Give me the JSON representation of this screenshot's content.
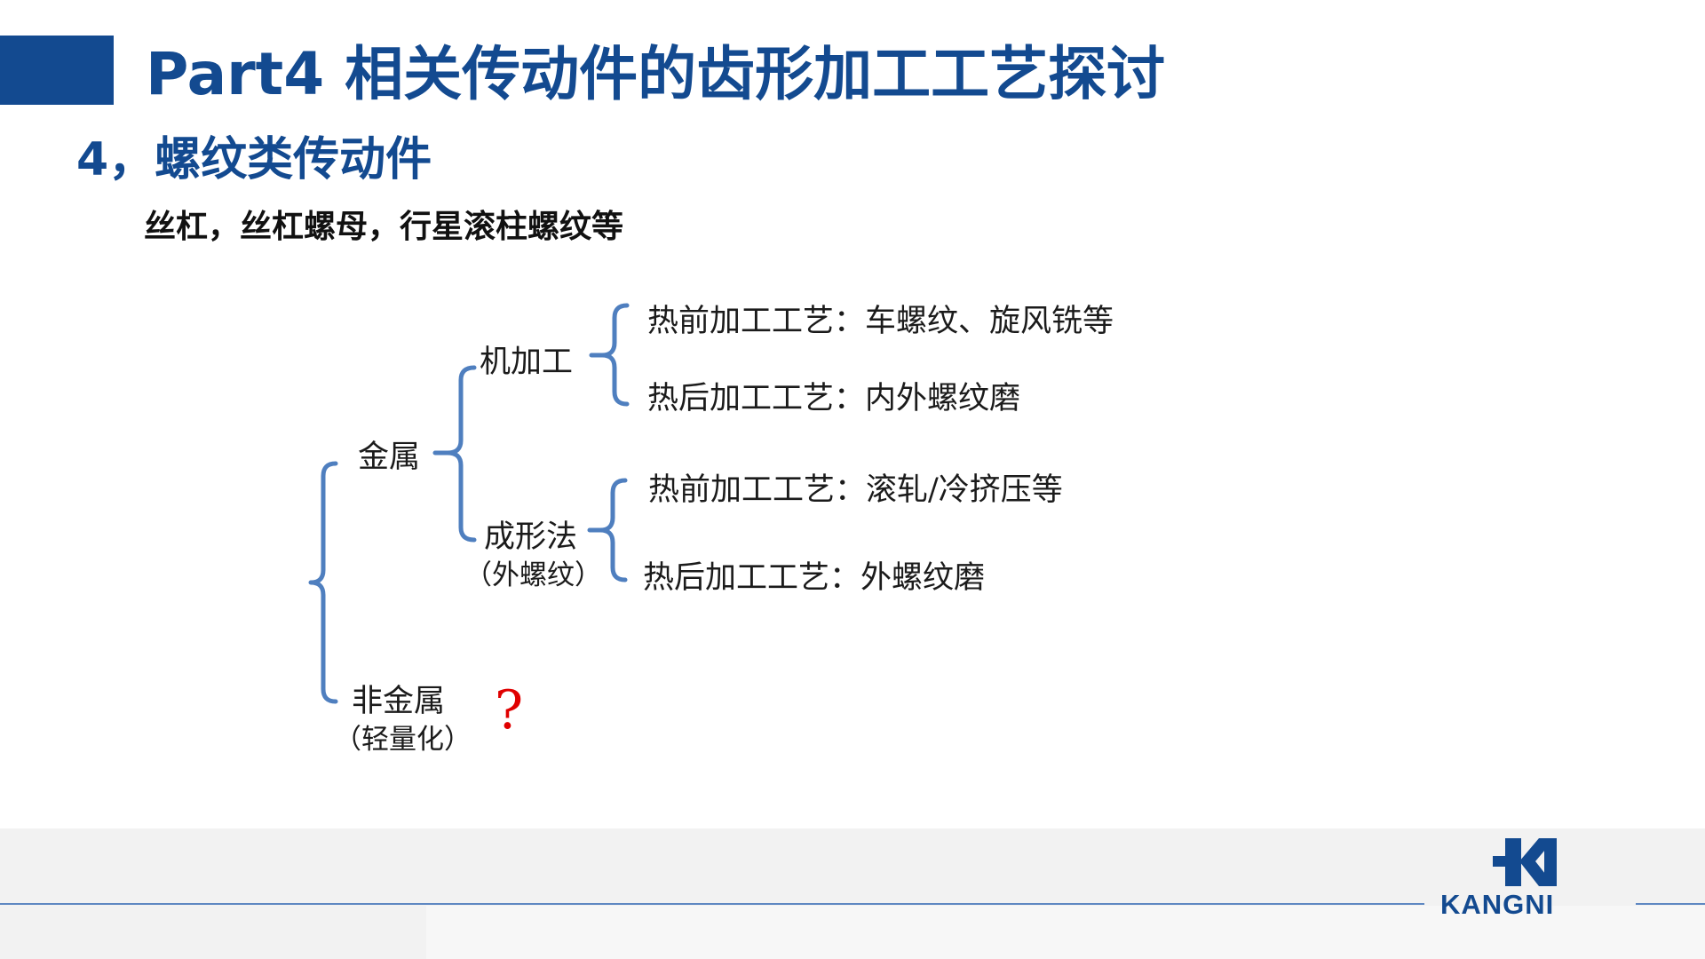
{
  "header": {
    "title": "Part4 相关传动件的齿形加工工艺探讨",
    "section": "4，螺纹类传动件",
    "subtitle": "丝杠，丝杠螺母，行星滚柱螺纹等"
  },
  "diagram": {
    "metal": {
      "label": "金属"
    },
    "machining": {
      "label": "机加工",
      "pre_heat": "热前加工工艺：车螺纹、旋风铣等",
      "post_heat": "热后加工工艺：内外螺纹磨"
    },
    "forming": {
      "label": "成形法",
      "note": "（外螺纹）",
      "pre_heat": "热前加工工艺：滚轧/冷挤压等",
      "post_heat": "热后加工工艺：外螺纹磨"
    },
    "nonmetal": {
      "label": "非金属",
      "note": "（轻量化）",
      "mark": "?"
    }
  },
  "footer": {
    "logo_text": "KANGNI"
  },
  "colors": {
    "brand_blue": "#134a90",
    "bracket_blue": "#4f7fbf",
    "question_red": "#e00000",
    "footer_gray": "#f2f2f2"
  }
}
